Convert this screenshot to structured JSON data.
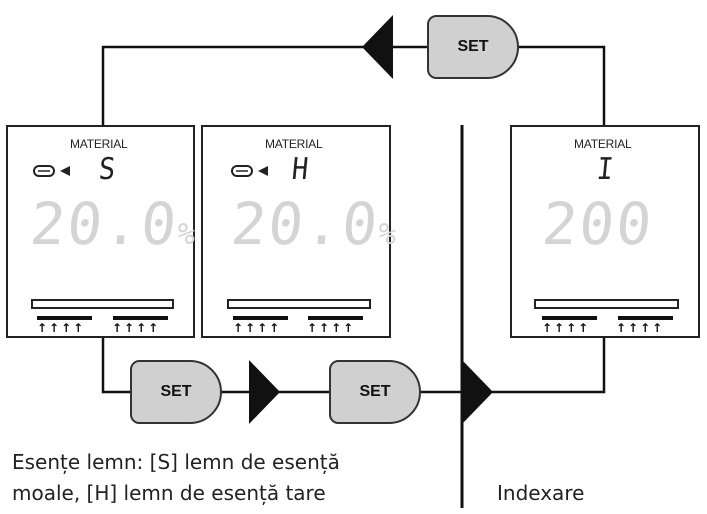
{
  "panels": [
    {
      "material_label": "MATERIAL",
      "mode_letter": "S",
      "reading": "20.0",
      "unit": "%",
      "icon": "wood-plank-icon"
    },
    {
      "material_label": "MATERIAL",
      "mode_letter": "H",
      "reading": "20.0",
      "unit": "%",
      "icon": "wood-plank-icon"
    },
    {
      "material_label": "MATERIAL",
      "mode_letter": "I",
      "reading": "200",
      "unit": "",
      "icon": "index-icon"
    }
  ],
  "buttons": {
    "set_top": "SET",
    "set_bottom_left": "SET",
    "set_bottom_right": "SET"
  },
  "captions": {
    "wood_line1": "Esențe lemn: [S] lemn de esență",
    "wood_line2": "moale, [H] lemn de esență tare",
    "index": "Indexare"
  },
  "colors": {
    "lines": "#111111",
    "button_fill": "#d0d0d0",
    "segment_dim": "#d4d4d4"
  }
}
